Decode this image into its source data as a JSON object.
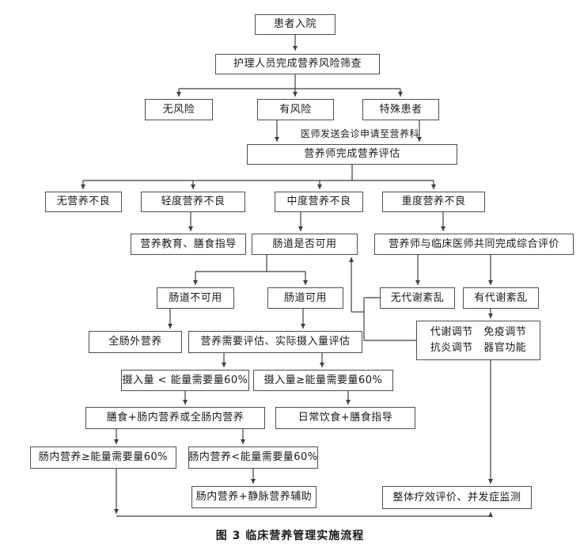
{
  "figure": {
    "caption": {
      "prefix": "图 3",
      "title": "临床营养管理实施流程"
    }
  },
  "colors": {
    "line": "#3f3f3f",
    "box_border": "#4e4e4e",
    "text": "#1a1a1a",
    "background": "#ffffff"
  },
  "annotations": {
    "consult_note": "医师发送会诊申请至营养科"
  },
  "nodes": {
    "admission": "患者入院",
    "screening": "护理人员完成营养风险筛查",
    "no_risk": "无风险",
    "at_risk": "有风险",
    "special_patient": "特殊患者",
    "assessment": "营养师完成营养评估",
    "no_malnutrition": "无营养不良",
    "mild_malnutrition": "轻度营养不良",
    "moderate_malnutrition": "中度营养不良",
    "severe_malnutrition": "重度营养不良",
    "nutrition_education": "营养教育、膳食指导",
    "gut_available_q": "肠道是否可用",
    "joint_evaluation": "营养师与临床医师共同完成综合评价",
    "gut_unavailable": "肠道不可用",
    "gut_available": "肠道可用",
    "no_metabolic_disorder": "无代谢紊乱",
    "metabolic_disorder": "有代谢紊乱",
    "total_parenteral_nutrition": "全肠外营养",
    "needs_assessment": "营养需要评估、实际摄入量评估",
    "regulation_line1": "代谢调节　免疫调节",
    "regulation_line2": "抗炎调节　器官功能",
    "intake_below_60": "摄入量 < 能量需要量60%",
    "intake_at_least_60": "摄入量≥能量需要量60%",
    "diet_plus_en": "膳食+肠内营养或全肠内营养",
    "daily_diet_guidance": "日常饮食+膳食指导",
    "en_at_least_60": "肠内营养≥能量需要量60%",
    "en_below_60": "肠内营养<能量需要量60%",
    "en_plus_pn": "肠内营养+静脉营养辅助",
    "outcome_monitoring": "整体疗效评价、并发症监测"
  }
}
